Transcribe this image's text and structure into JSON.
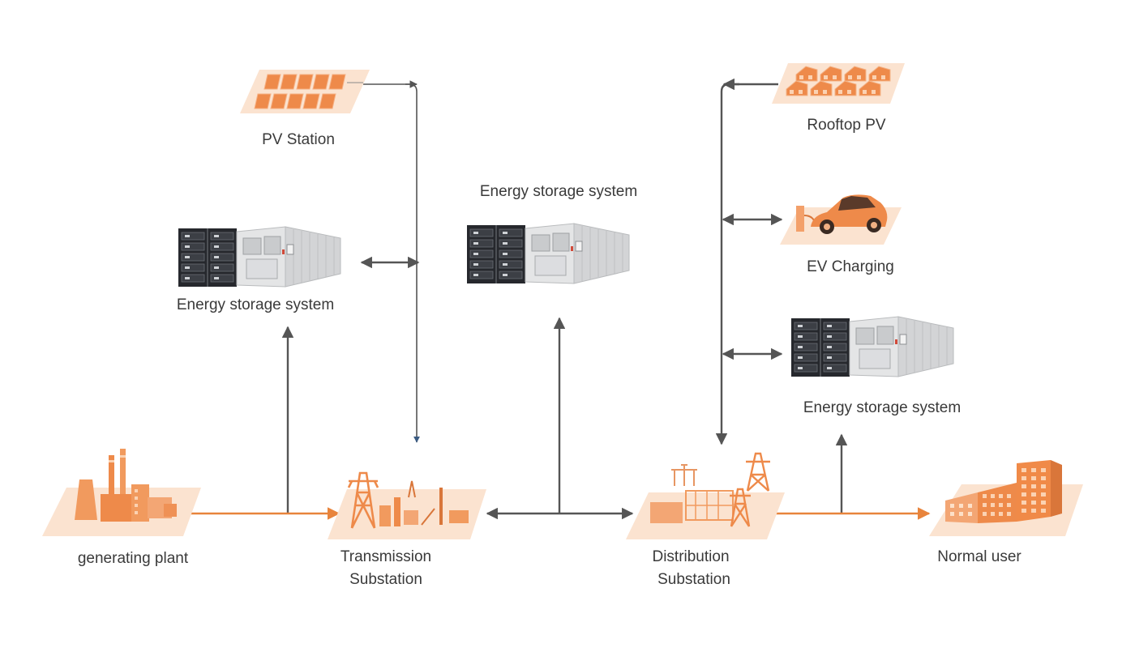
{
  "colors": {
    "power_flow": "#e8843c",
    "connector": "#555555",
    "accent_orange": "#ee8a4a",
    "orange_light": "#f8c9a3",
    "orange_pale": "#fbe3d0",
    "battery_dark": "#2b2d33",
    "container_grey": "#d9dadb"
  },
  "nodes": {
    "pv_station": {
      "label": "PV Station",
      "icon": "solar-panel-array-icon"
    },
    "ess_left": {
      "label": "Energy storage system",
      "icon": "energy-storage-container-icon"
    },
    "ess_middle": {
      "label": "Energy storage system",
      "icon": "energy-storage-container-icon"
    },
    "ess_right": {
      "label": "Energy storage system",
      "icon": "energy-storage-container-icon"
    },
    "generating_plant": {
      "label": "generating plant",
      "icon": "power-plant-icon"
    },
    "transmission_substation": {
      "label_line1": "Transmission",
      "label_line2": "Substation",
      "icon": "transmission-tower-icon"
    },
    "distribution_substation": {
      "label_line1": "Distribution",
      "label_line2": "Substation",
      "icon": "distribution-substation-icon"
    },
    "normal_user": {
      "label": "Normal user",
      "icon": "building-icon"
    },
    "rooftop_pv": {
      "label": "Rooftop PV",
      "icon": "rooftop-solar-icon"
    },
    "ev_charging": {
      "label": "EV Charging",
      "icon": "electric-car-icon"
    }
  }
}
